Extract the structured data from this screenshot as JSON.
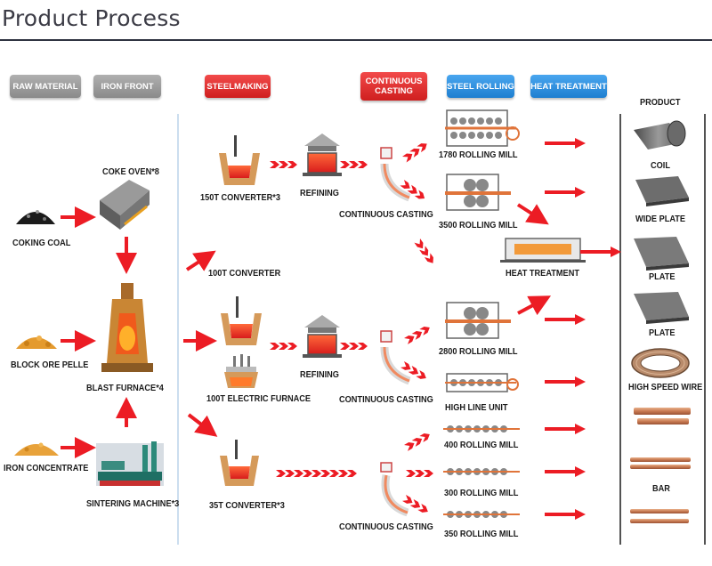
{
  "page": {
    "title": "Product Process"
  },
  "headers": {
    "raw_material": "RAW MATERIAL",
    "iron_front": "IRON FRONT",
    "steelmaking": "STEELMAKING",
    "continuous_casting": "CONTINUOUS CASTING",
    "steel_rolling": "STEEL ROLLING",
    "heat_treatment": "HEAT TREATMENT"
  },
  "labels": {
    "product": "PRODUCT",
    "coke_oven": "COKE OVEN*8",
    "coking_coal": "COKING COAL",
    "block_ore": "BLOCK ORE PELLE",
    "blast_furnace": "BLAST FURNACE*4",
    "iron_concentrate": "IRON CONCENTRATE",
    "sintering": "SINTERING MACHINE*3",
    "conv150": "150T CONVERTER*3",
    "refining1": "REFINING",
    "cc1": "CONTINUOUS CASTING",
    "conv100": "100T CONVERTER",
    "elec100": "100T  ELECTRIC FURNACE",
    "refining2": "REFINING",
    "cc2": "CONTINUOUS CASTING",
    "conv35": "35T CONVERTER*3",
    "cc3": "CONTINUOUS CASTING",
    "mill1780": "1780 ROLLING MILL",
    "mill3500": "3500 ROLLING MILL",
    "heat_treat": "HEAT TREATMENT",
    "mill2800": "2800 ROLLING MILL",
    "high_line": "HIGH LINE UNIT",
    "mill400": "400 ROLLING MILL",
    "mill300": "300 ROLLING MILL",
    "mill350": "350 ROLLING MILL",
    "coil": "COIL",
    "wide_plate": "WIDE PLATE",
    "plate1": "PLATE",
    "plate2": "PLATE",
    "hs_wire": "HIGH SPEED WIRE",
    "bar": "BAR"
  },
  "colors": {
    "arrow": "#ec1c24",
    "gray_header": "#9a9a9a",
    "red_header": "#e02a2a",
    "blue_header": "#2f8fdf"
  }
}
